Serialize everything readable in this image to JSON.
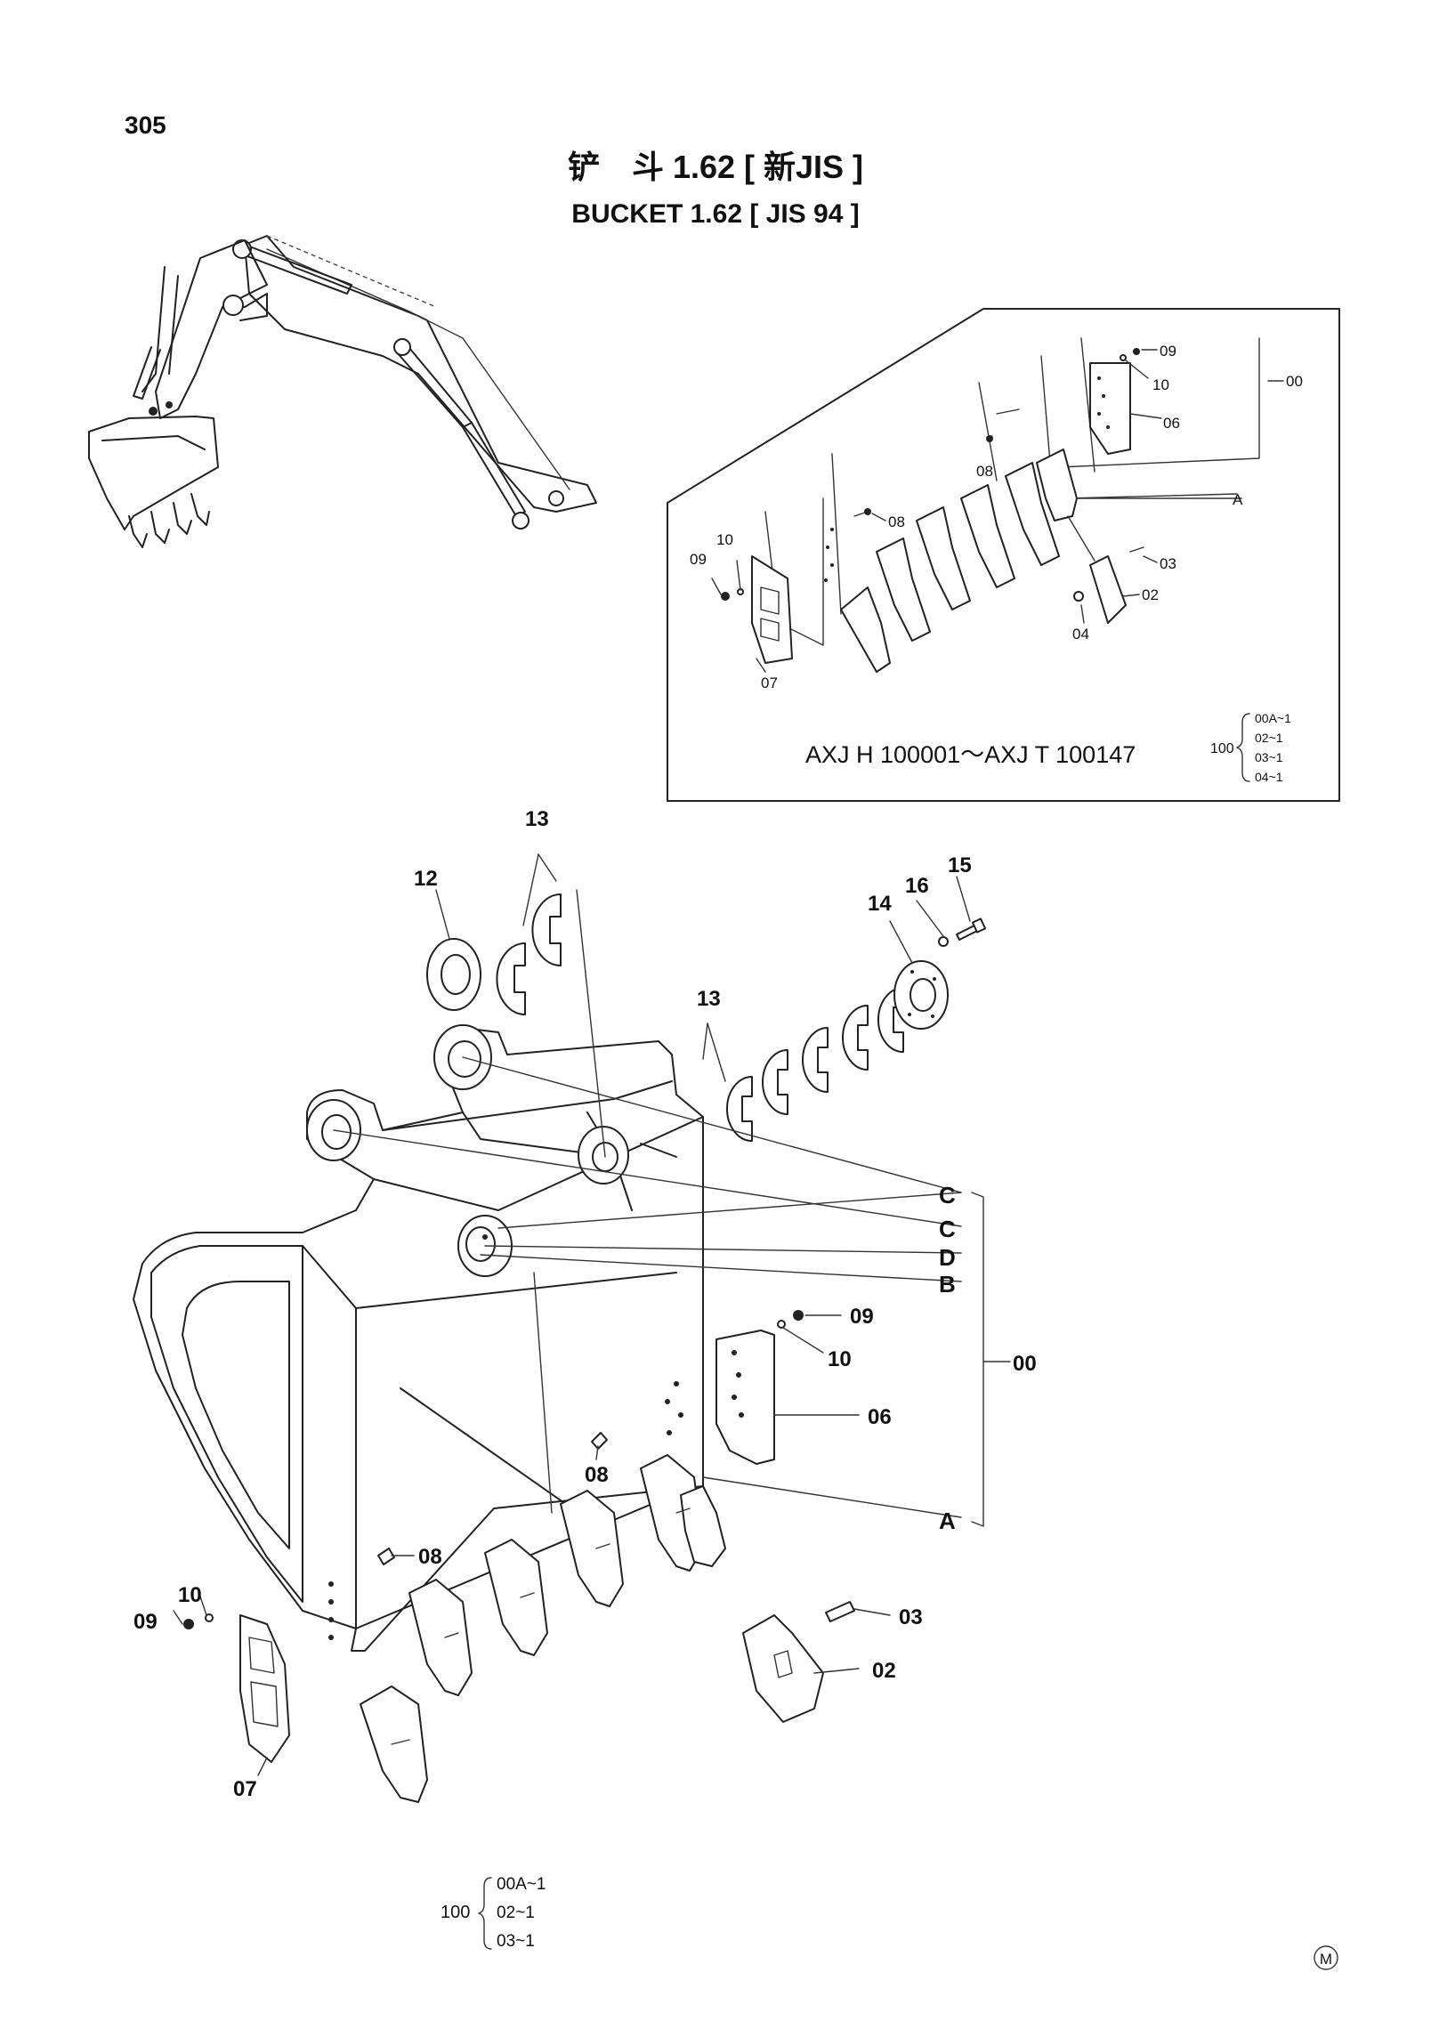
{
  "page_number": "305",
  "title_cn": "铲　斗 1.62 [ 新JIS ]",
  "title_en": "BUCKET 1.62 [ JIS 94 ]",
  "inset": {
    "serial_range": "AXJ H 100001～AXJ T 100147",
    "kit_number": "100",
    "kit_items": [
      "00A~1",
      "02~1",
      "03~1",
      "04~1"
    ],
    "callouts": {
      "c09a": "09",
      "c10a": "10",
      "c06": "06",
      "c00": "00",
      "c08a": "08",
      "c08b": "08",
      "cA": "A",
      "c03": "03",
      "c02": "02",
      "c04": "04",
      "c09b": "09",
      "c10b": "10",
      "c07": "07"
    }
  },
  "main": {
    "kit_number": "100",
    "kit_items": [
      "00A~1",
      "02~1",
      "03~1"
    ],
    "callouts": {
      "c13a": "13",
      "c12": "12",
      "c13b": "13",
      "c14": "14",
      "c16": "16",
      "c15": "15",
      "cC1": "C",
      "cC2": "C",
      "cD": "D",
      "cB": "B",
      "c00": "00",
      "c09a": "09",
      "c10a": "10",
      "c06": "06",
      "c08a": "08",
      "cA": "A",
      "c08b": "08",
      "c03": "03",
      "c02": "02",
      "c09b": "09",
      "c10b": "10",
      "c07": "07"
    }
  },
  "mark": "M"
}
